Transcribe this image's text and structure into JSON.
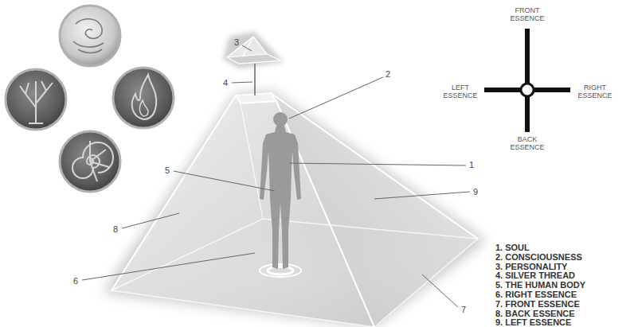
{
  "diagram": {
    "labels": [
      "3",
      "FRONT ESSENCE",
      "4",
      "2",
      "LEFT ESSENCE",
      "RIGHT ESSENCE",
      "BACK ESSENCE",
      "5",
      "1",
      "9",
      "8",
      "6",
      "7",
      "1. SOUL",
      "2. CONSCIOUSNESS",
      "3. PERSONALITY",
      "4. SILVER THREAD",
      "5. THE HUMAN BODY",
      "6. RIGHT ESSENCE",
      "7. FRONT ESSENCE",
      "8. BACK ESSENCE",
      "9. LEFT ESSENCE"
    ]
  }
}
